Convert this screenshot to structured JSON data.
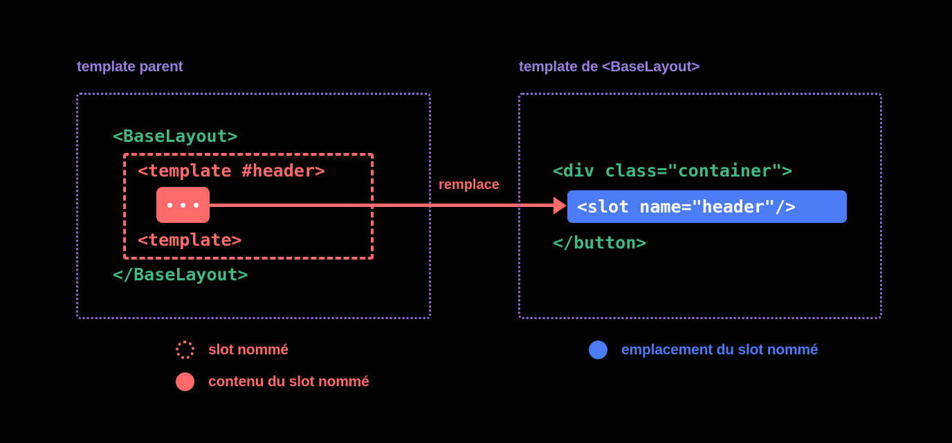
{
  "diagram": {
    "background_color": "#000000",
    "colors": {
      "purple": "#9B7EDE",
      "green": "#42B883",
      "red": "#FF6B6B",
      "blue": "#4B7BF5",
      "white": "#FFFFFF"
    }
  },
  "panels": {
    "left": {
      "title": "template parent",
      "code": {
        "component_open": "<BaseLayout>",
        "component_close": "</BaseLayout>",
        "template_open": "<template #header>",
        "template_close": "<template>",
        "content_chip": "..."
      }
    },
    "right": {
      "title": "template de <BaseLayout>",
      "code": {
        "div_open": "<div class=\"container\">",
        "slot": "<slot name=\"header\"/>",
        "button_close": "</button>"
      }
    }
  },
  "connector": {
    "label": "remplace",
    "icon": "arrow-right-icon"
  },
  "legend": [
    {
      "marker": "dotted-circle-icon",
      "marker_color": "#FF6B6B",
      "label": "slot nommé"
    },
    {
      "marker": "filled-circle-icon",
      "marker_color": "#FF6B6B",
      "label": "contenu du slot nommé"
    },
    {
      "marker": "filled-circle-icon",
      "marker_color": "#4B7BF5",
      "label": "emplacement du slot nommé"
    }
  ]
}
